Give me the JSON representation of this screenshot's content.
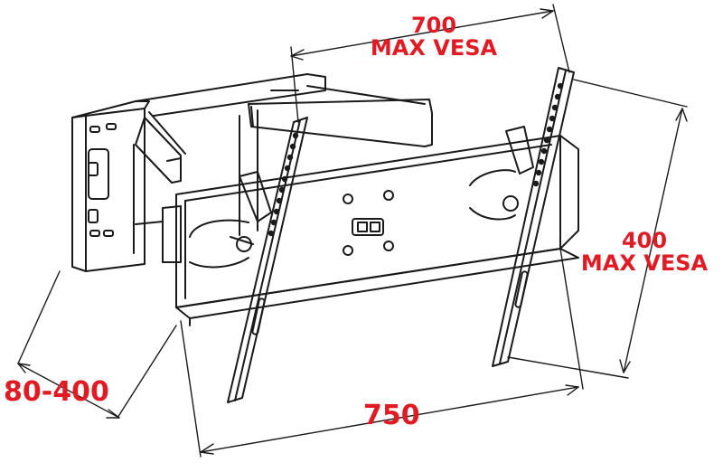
{
  "dimensions": {
    "max_vesa_width": {
      "value": "700",
      "label": "MAX VESA"
    },
    "max_vesa_height": {
      "value": "400",
      "label": "MAX VESA"
    },
    "wall_distance": {
      "value": "80-400"
    },
    "overall_width": {
      "value": "750"
    }
  },
  "colors": {
    "dimension_text": "#e01b24",
    "line_art": "#1a1a1a",
    "background": "#ffffff"
  }
}
